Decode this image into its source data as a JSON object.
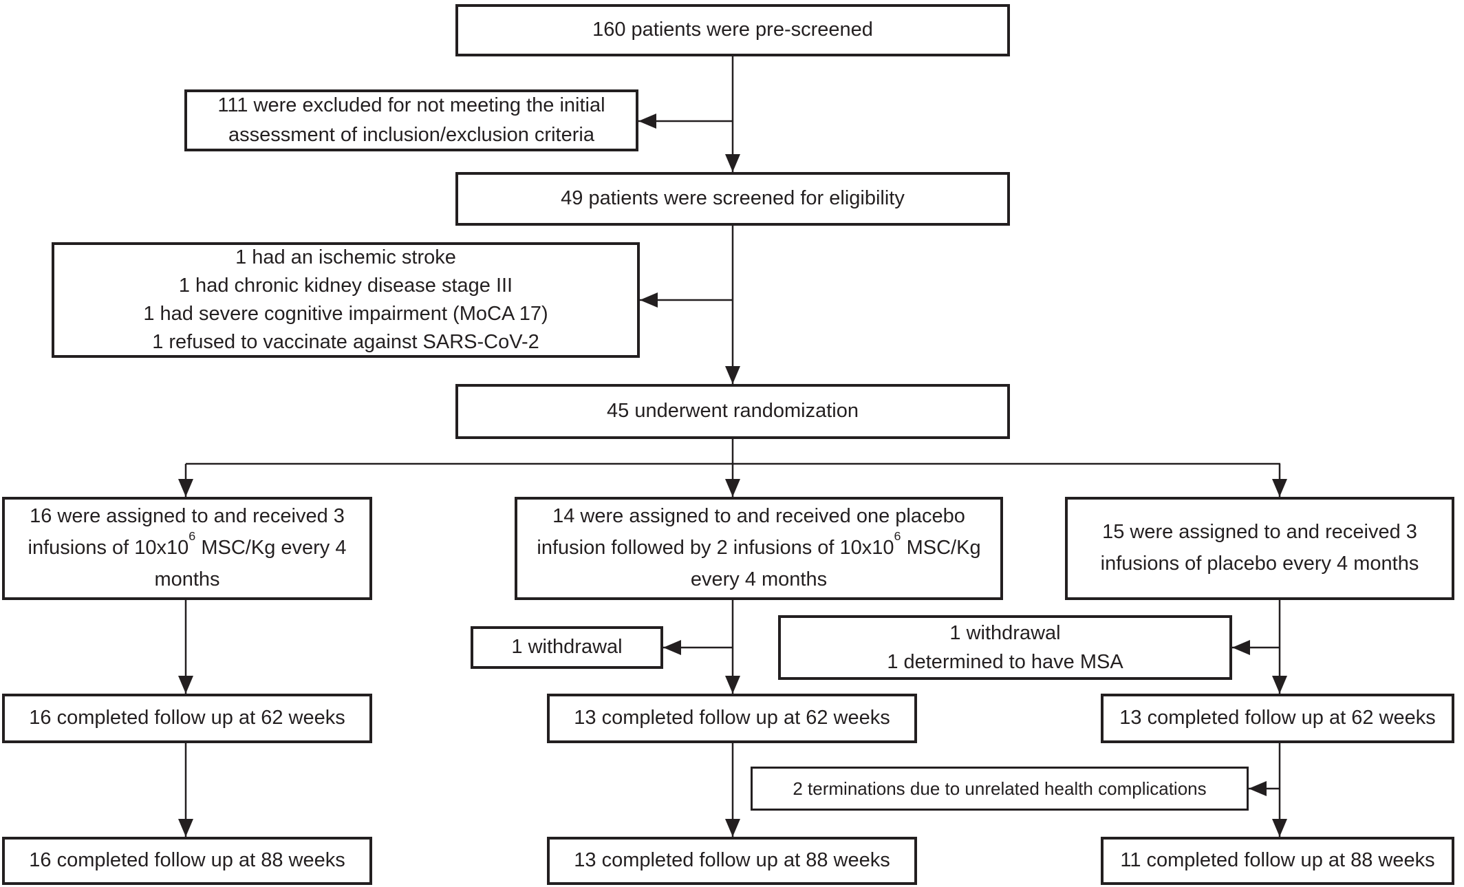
{
  "flow": {
    "prescreened": "160 patients were pre-screened",
    "excluded_initial": "111 were excluded for not meeting the initial assessment of inclusion/exclusion criteria",
    "screened": "49 patients were screened for eligibility",
    "screening_exclusions": [
      "1 had an ischemic stroke",
      "1 had chronic kidney disease stage III",
      "1 had severe cognitive impairment (MoCA 17)",
      "1 refused to vaccinate against SARS-CoV-2"
    ],
    "randomized": "45 underwent randomization",
    "arm_msc": {
      "pre": "16 were assigned to and received 3 infusions of 10x10",
      "sup": "6",
      "post": " MSC/Kg every 4 months"
    },
    "arm_placebo_then_msc": {
      "pre": "14 were assigned to and received one placebo infusion followed by 2 infusions of 10x10",
      "sup": "6",
      "post": " MSC/Kg every 4 months"
    },
    "arm_placebo": "15 were assigned to and received 3 infusions of placebo every 4 months",
    "withdrawal_mid": "1 withdrawal",
    "withdrawal_right": [
      "1 withdrawal",
      "1 determined to have MSA"
    ],
    "followup_62": [
      "16 completed follow up at 62 weeks",
      "13 completed follow up at 62 weeks",
      "13 completed follow up at 62 weeks"
    ],
    "terminations": "2 terminations due to unrelated health complications",
    "followup_88": [
      "16 completed follow up at 88 weeks",
      "13 completed follow up at 88 weeks",
      "11 completed follow up at 88 weeks"
    ]
  },
  "colors": {
    "box_border": "#231f20",
    "box_background": "#ffffff",
    "text": "#231f20",
    "connector": "#231f20",
    "page_background": "#ffffff"
  }
}
